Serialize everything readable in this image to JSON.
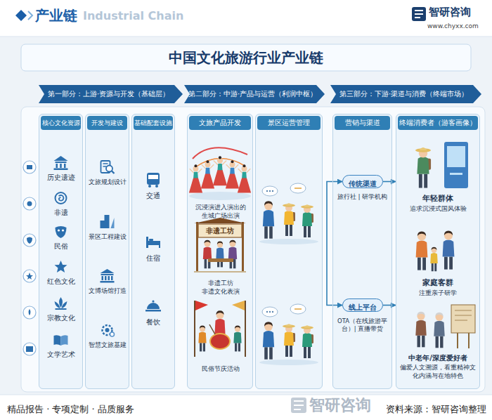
{
  "diagram": {
    "title": "中国文化旅游行业产业链",
    "nodes": [
      {
        "text": [
          "第一部分：上游·资源与开发（基础层）"
        ]
      },
      {
        "text": [
          "第二部分：中游·产品与运营（利润中枢）"
        ]
      },
      {
        "text": [
          "第三部分：下游·渠道与消费（终端市场）"
        ]
      },
      {
        "text": [
          "核心文化资源"
        ]
      },
      {
        "text": [
          "开发与建设"
        ]
      },
      {
        "text": [
          "基础配套设施"
        ]
      },
      {
        "text": [
          "文旅产品开发"
        ]
      },
      {
        "text": [
          "景区运营管理"
        ]
      },
      {
        "text": [
          "营销与渠道"
        ]
      },
      {
        "text": [
          "传统渠道"
        ],
        "in": 8
      },
      {
        "text": [
          "线上平台"
        ],
        "in": 8
      },
      {
        "text": [
          "终端消费者（游客画像）"
        ]
      }
    ],
    "edges": [
      {
        "from": 9,
        "to": 10,
        "arrow": "both"
      },
      {
        "from": 9,
        "to": 11,
        "arrow": "to"
      },
      {
        "from": 10,
        "to": 11,
        "arrow": "to"
      }
    ],
    "labels": [
      "产业链",
      "Industrial Chain",
      "智研咨询",
      "www.chyxx.com",
      "历史遗迹",
      "非遗",
      "民俗",
      "红色文化",
      "宗教文化",
      "文学艺术",
      "文旅规划设计",
      "景区工程建设",
      "文博场馆打造",
      "智慧文旅基建",
      "交通",
      "住宿",
      "餐饮",
      "沉浸演进入演出的 生城广场出演",
      "非遗工坊",
      "非遗工坊 非遗文化表演",
      "民俗节庆活动",
      "旅行社 | 研学机构",
      "OTA（在线旅游平台）| 直播带货",
      "年轻群体",
      "追求沉浸式国风体验",
      "家庭客群",
      "注重亲子研学",
      "中老年/深度爱好者",
      "偏爱人文溯源，看重精神文化内涵与在地特色",
      "智研咨询",
      "精品报告 · 专项定制 · 品质服务",
      "资料来源：智研咨询整理"
    ]
  }
}
